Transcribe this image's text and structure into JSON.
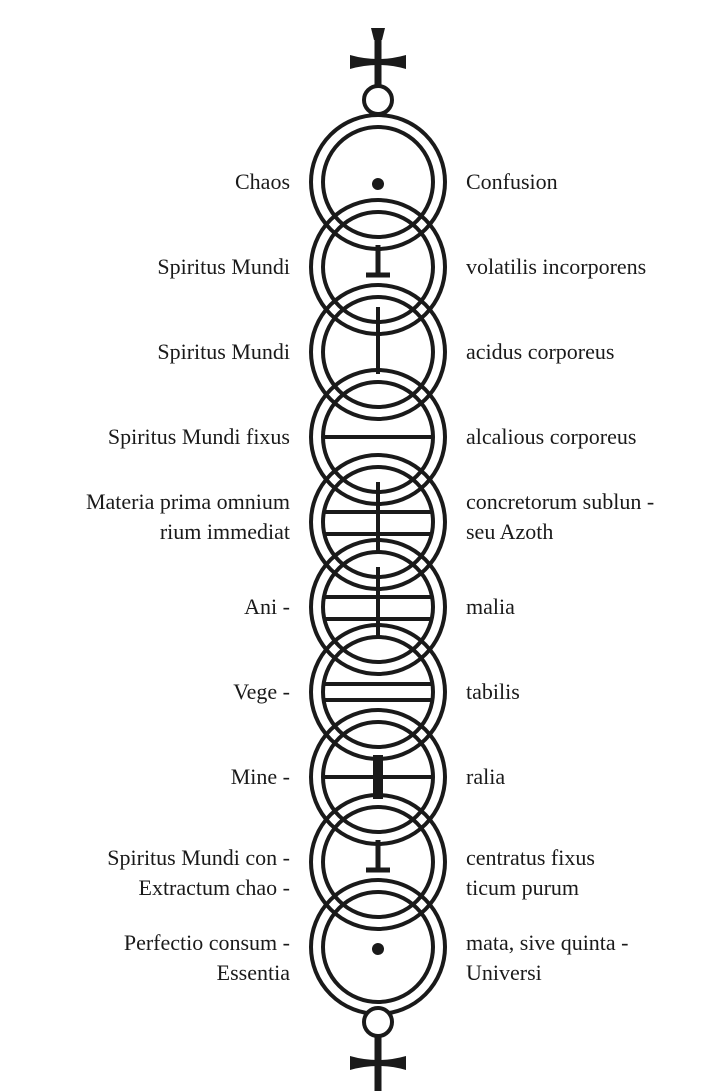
{
  "labels": [
    {
      "left": [
        "Chaos"
      ],
      "right": [
        "Confusion"
      ],
      "center": "dot"
    },
    {
      "left": [
        "Spiritus Mundi"
      ],
      "right": [
        "volatilis incorporens"
      ],
      "center": "short-t"
    },
    {
      "left": [
        "Spiritus Mundi"
      ],
      "right": [
        "acidus corporeus"
      ],
      "center": "vertical-line"
    },
    {
      "left": [
        "Spiritus Mundi fixus"
      ],
      "right": [
        "alcalious corporeus"
      ],
      "center": "horizontal-line"
    },
    {
      "left": [
        "Materia prima omnium",
        "rium immediat"
      ],
      "right": [
        "concretorum sublun -",
        "seu Azoth"
      ],
      "center": "cross-bars"
    },
    {
      "left": [
        "Ani -"
      ],
      "right": [
        "malia"
      ],
      "center": "cross-bars"
    },
    {
      "left": [
        "Vege -"
      ],
      "right": [
        "tabilis"
      ],
      "center": "double-bar"
    },
    {
      "left": [
        "Mine -"
      ],
      "right": [
        "ralia"
      ],
      "center": "thick-cross"
    },
    {
      "left": [
        "Spiritus Mundi con -",
        "Extractum chao -"
      ],
      "right": [
        "centratus fixus",
        "ticum purum"
      ],
      "center": "short-t"
    },
    {
      "left": [
        "Perfectio consum -",
        "Essentia"
      ],
      "right": [
        "mata, sive quinta -",
        "Universi"
      ],
      "center": "dot"
    }
  ],
  "colors": {
    "ink": "#1a1a1a",
    "paper": "#ffffff"
  },
  "icons": {
    "top": "cross-icon",
    "bottom": "cross-icon"
  }
}
